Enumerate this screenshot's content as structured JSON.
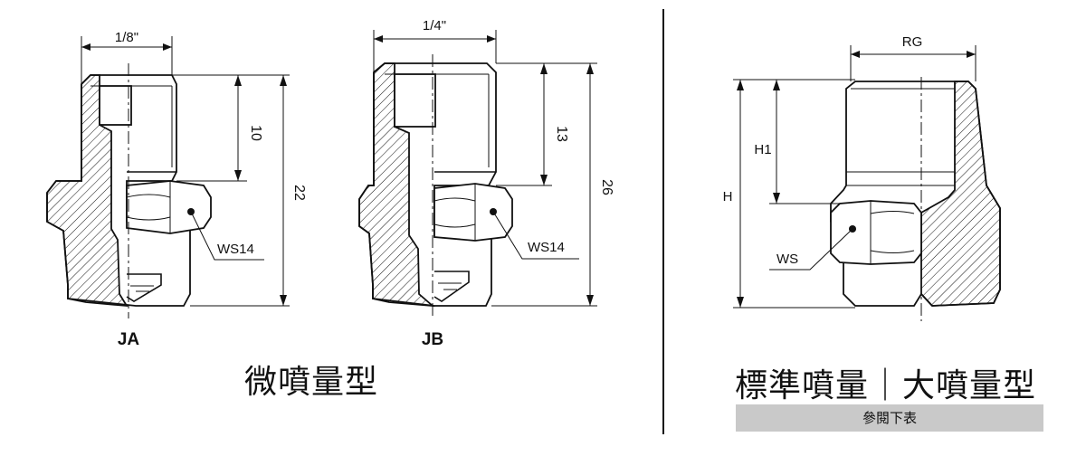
{
  "left_panel": {
    "title": "微噴量型",
    "jA": {
      "label": "JA",
      "thread": "1/8\"",
      "thread_length": "10",
      "overall_height": "22",
      "wrench": "WS14"
    },
    "jB": {
      "label": "JB",
      "thread": "1/4\"",
      "thread_length": "13",
      "overall_height": "26",
      "wrench": "WS14"
    }
  },
  "right_panel": {
    "title": "標準噴量｜大噴量型",
    "note": "參閱下表",
    "labels": {
      "thread": "RG",
      "thread_height": "H1",
      "height": "H",
      "wrench": "WS"
    }
  }
}
